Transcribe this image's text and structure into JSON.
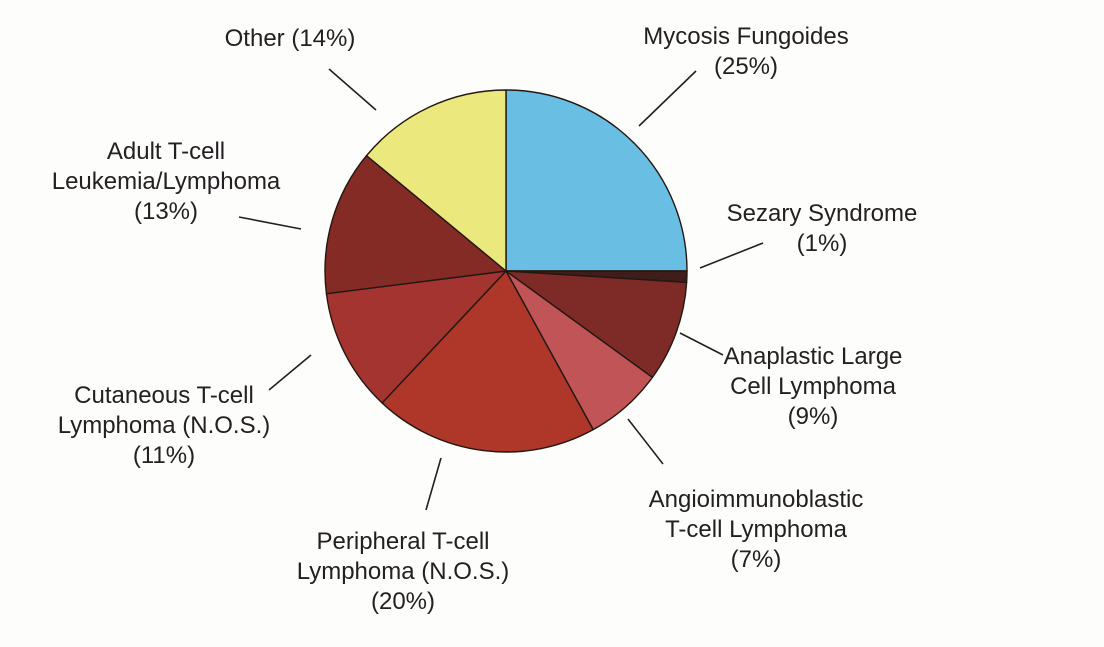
{
  "figure": {
    "background": "#FDFDFC",
    "outline_color": "#241712",
    "leader_line_color": "#242021",
    "text_color": "#242021"
  },
  "chart_data": {
    "type": "pie",
    "title": "",
    "start_angle_deg": 0,
    "direction": "clockwise",
    "legend_position": "none",
    "labels_style": "outside-with-leader-lines",
    "slices": [
      {
        "label": "Mycosis Fungoides",
        "pct": 25,
        "color": "#69BEE3",
        "label_lines": [
          "Mycosis Fungoides",
          "(25%)"
        ]
      },
      {
        "label": "Sezary Syndrome",
        "pct": 1,
        "color": "#3F1D1A",
        "label_lines": [
          "Sezary Syndrome",
          "(1%)"
        ]
      },
      {
        "label": "Anaplastic Large Cell Lymphoma",
        "pct": 9,
        "color": "#7E2A27",
        "label_lines": [
          "Anaplastic Large",
          "Cell Lymphoma",
          "(9%)"
        ]
      },
      {
        "label": "Angioimmunoblastic T-cell Lymphoma",
        "pct": 7,
        "color": "#C05456",
        "label_lines": [
          "Angioimmunoblastic",
          "T-cell Lymphoma",
          "(7%)"
        ]
      },
      {
        "label": "Peripheral T-cell Lymphoma (N.O.S.)",
        "pct": 20,
        "color": "#AE372A",
        "label_lines": [
          "Peripheral T-cell",
          "Lymphoma (N.O.S.)",
          "(20%)"
        ]
      },
      {
        "label": "Cutaneous T-cell Lymphoma (N.O.S.)",
        "pct": 11,
        "color": "#A43430",
        "label_lines": [
          "Cutaneous T-cell",
          "Lymphoma (N.O.S.)",
          "(11%)"
        ]
      },
      {
        "label": "Adult T-cell Leukemia/Lymphoma",
        "pct": 13,
        "color": "#842B25",
        "label_lines": [
          "Adult T-cell",
          "Leukemia/Lymphoma",
          "(13%)"
        ]
      },
      {
        "label": "Other",
        "pct": 14,
        "color": "#EBE97E",
        "label_lines": [
          "Other (14%)"
        ]
      }
    ]
  }
}
